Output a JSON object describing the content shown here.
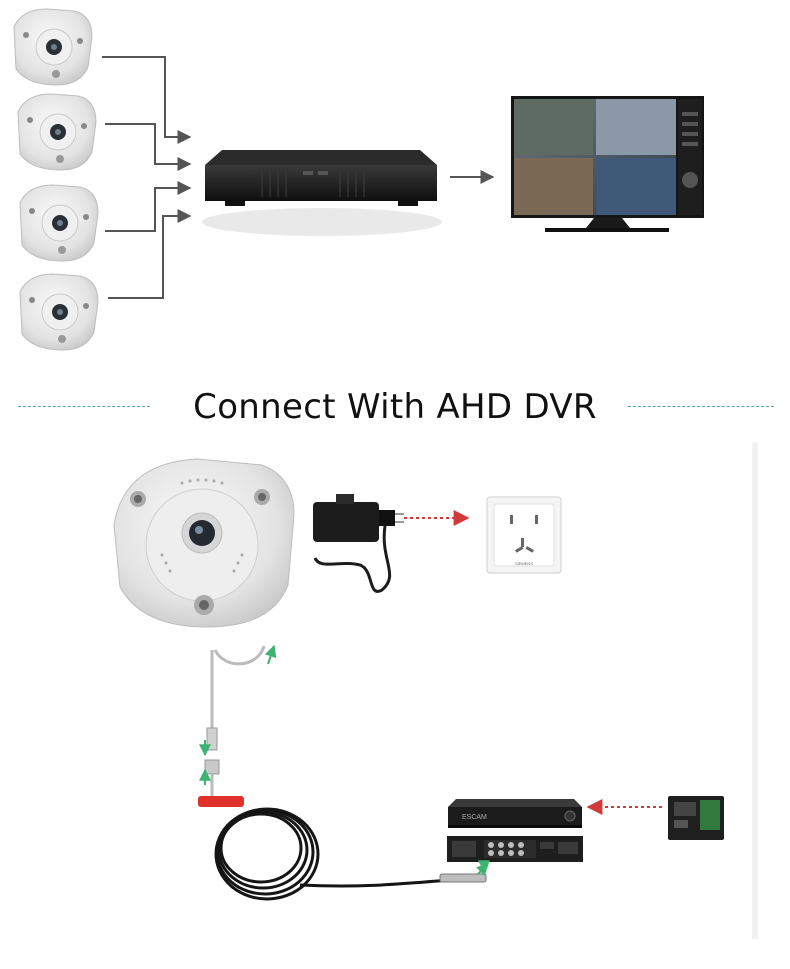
{
  "heading": {
    "text": "Connect With AHD DVR"
  },
  "outlet_brand": "SIEMENS",
  "dvr_brand": "ESCAM",
  "colors": {
    "divider": "#4fa0b8",
    "wire": "#555555",
    "arrow_red": "#d23a3a",
    "arrow_green": "#3cb371",
    "connector_red": "#e0302a",
    "camera_body": "#e8e8e8",
    "dvr_body": "#1c1c1c"
  },
  "icons": {
    "camera": "fisheye-camera-icon",
    "dvr": "dvr-recorder-icon",
    "monitor": "monitor-icon",
    "adapter": "power-adapter-icon",
    "outlet": "wall-outlet-icon",
    "hdd": "hard-drive-icon"
  }
}
